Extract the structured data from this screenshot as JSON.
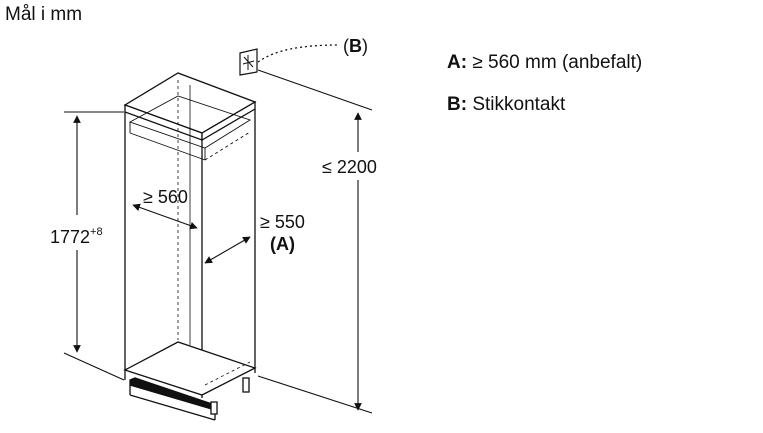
{
  "title": "Mål i mm",
  "legend": [
    {
      "key": "A:",
      "text": "≥ 560 mm (anbefalt)"
    },
    {
      "key": "B:",
      "text": "Stikkontakt"
    }
  ],
  "dimensions": {
    "height_niche": "1772",
    "height_niche_tolerance": "+8",
    "height_total": "≤ 2200",
    "width_niche": "≥ 560",
    "depth_niche": "≥ 550",
    "depth_label": "(A)",
    "socket_label_open": "(",
    "socket_label_key": "B",
    "socket_label_close": ")"
  }
}
